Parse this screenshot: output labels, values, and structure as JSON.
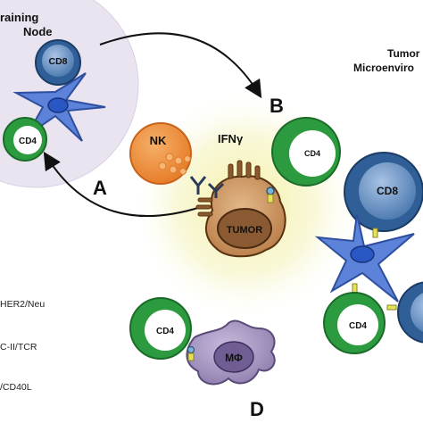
{
  "lymph_node": {
    "title_line1": "raining",
    "title_line2": "Node"
  },
  "tumor_env": {
    "title_line1": "Tumor",
    "title_line2": "Microenviro"
  },
  "arrows": {
    "a": "A",
    "b": "B",
    "d": "D"
  },
  "cells": {
    "cd8_node": "CD8",
    "cd4_node": "CD4",
    "nk": "NK",
    "ifn": "IFNγ",
    "cd4_tumor": "CD4",
    "tumor": "TUMOR",
    "cd8_right": "CD8",
    "cd4_right": "CD4",
    "cd4_bottom": "CD4",
    "macrophage": "MΦ"
  },
  "legend": [
    "HER2/Neu",
    "C-II/TCR",
    "/CD40L"
  ],
  "colors": {
    "node_bg": "#e9e4f0",
    "tumor_glow": "#f6f3b6",
    "cd8_blue": "#4a78ae",
    "cd4_green": "#2c9a3e",
    "nk_orange": "#ef8c3a",
    "dendritic_blue": "#5d82d9",
    "tumor_brown": "#c8915c",
    "macrophage_purple": "#9a89b8"
  }
}
